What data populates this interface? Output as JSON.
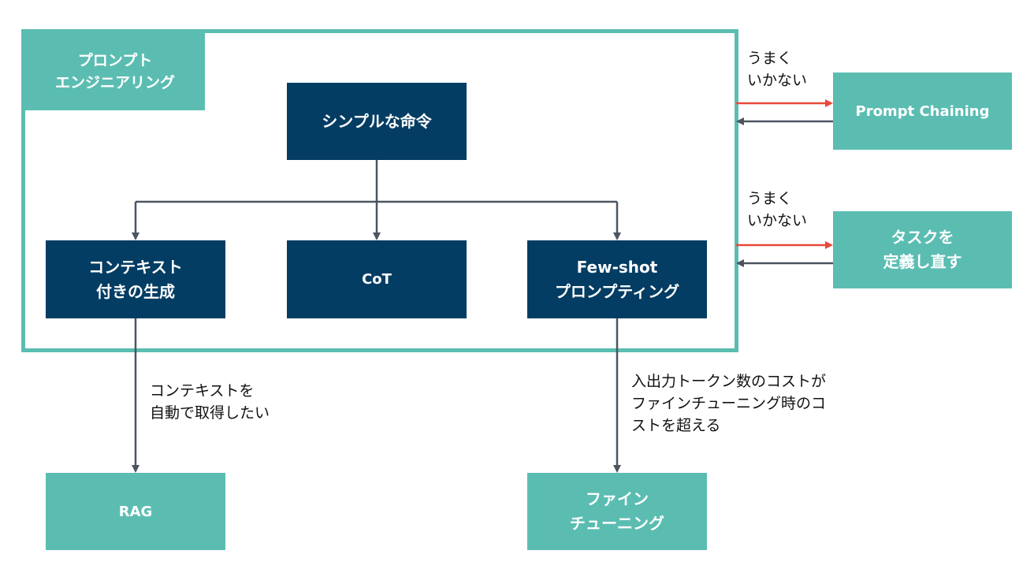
{
  "frame_label": "プロンプト\nエンジニアリング",
  "nodes": {
    "simple": "シンプルな命令",
    "context": "コンテキスト\n付きの生成",
    "cot": "CoT",
    "fewshot": "Few-shot\nプロンプティング"
  },
  "outcomes": {
    "prompt_chaining": "Prompt Chaining",
    "redefine_task": "タスクを\n定義し直す",
    "rag": "RAG",
    "finetuning": "ファイン\nチューニング"
  },
  "edge_labels": {
    "not_working_1": "うまく\nいかない",
    "not_working_2": "うまく\nいかない",
    "auto_context": "コンテキストを\n自動で取得したい",
    "cost": "入出力トークン数のコストが\nファインチューニング時のコ\nストを超える"
  },
  "colors": {
    "navy": "#043d63",
    "teal": "#5bbdb2",
    "red_arrow": "#e8493a",
    "gray_line": "#4a5560"
  }
}
